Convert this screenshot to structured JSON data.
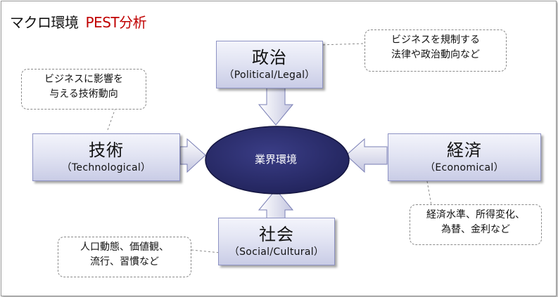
{
  "title": {
    "main": "マクロ環境",
    "accent": "PEST分析"
  },
  "center": {
    "label": "業界環境"
  },
  "factors": {
    "political": {
      "main": "政治",
      "sub": "（Political/Legal）"
    },
    "technological": {
      "main": "技術",
      "sub": "（Technological）"
    },
    "economical": {
      "main": "経済",
      "sub": "（Economical）"
    },
    "social": {
      "main": "社会",
      "sub": "（Social/Cultural）"
    }
  },
  "callouts": {
    "political": {
      "line1": "ビジネスを規制する",
      "line2": "法律や政治動向など"
    },
    "technological": {
      "line1": "ビジネスに影響を",
      "line2": "与える技術動向"
    },
    "economical": {
      "line1": "経済水準、所得変化、",
      "line2": "為替、金利など"
    },
    "social": {
      "line1": "人口動態、価値観、",
      "line2": "流行、習慣など"
    }
  },
  "colors": {
    "accent": "#c00000",
    "ellipse_fill": "#2b2d6b",
    "box_border": "#8e93c4"
  }
}
